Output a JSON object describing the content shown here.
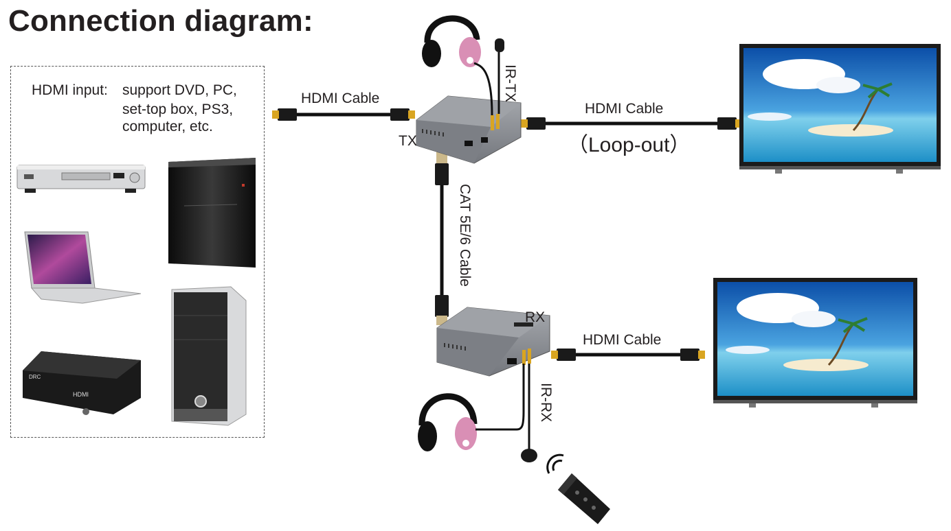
{
  "title": "Connection diagram:",
  "input_box": {
    "label": "HDMI input:",
    "lines": [
      "support DVD, PC,",
      "set-top box, PS3,",
      "computer, etc."
    ]
  },
  "labels": {
    "hdmi_cable_in": "HDMI Cable",
    "tx": "TX",
    "hdmi_cable_loop": "HDMI Cable",
    "loop_out": "（Loop-out）",
    "ir_tx": "IR-TX",
    "cat": "CAT 5E/6 Cable",
    "rx": "RX",
    "hdmi_cable_out": "HDMI Cable",
    "ir_rx": "IR-RX"
  },
  "colors": {
    "cable": "#111111",
    "connector_gold": "#d9a521",
    "device_gray": "#8a8d93",
    "headphone_pink": "#d98fb5"
  }
}
